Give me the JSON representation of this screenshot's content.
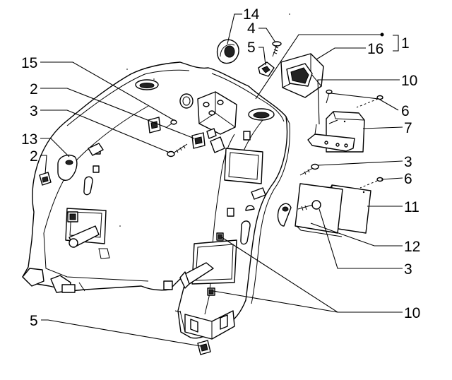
{
  "diagram": {
    "callouts": [
      {
        "id": "c14",
        "text": "14"
      },
      {
        "id": "c4",
        "text": "4"
      },
      {
        "id": "c5a",
        "text": "5"
      },
      {
        "id": "c16",
        "text": "16"
      },
      {
        "id": "c1",
        "text": "1"
      },
      {
        "id": "c15",
        "text": "15"
      },
      {
        "id": "c10a",
        "text": "10"
      },
      {
        "id": "c2a",
        "text": "2"
      },
      {
        "id": "c6a",
        "text": "6"
      },
      {
        "id": "c3a",
        "text": "3"
      },
      {
        "id": "c7",
        "text": "7"
      },
      {
        "id": "c13",
        "text": "13"
      },
      {
        "id": "c3b",
        "text": "3"
      },
      {
        "id": "c2b",
        "text": "2"
      },
      {
        "id": "c6b",
        "text": "6"
      },
      {
        "id": "c11",
        "text": "11"
      },
      {
        "id": "c12",
        "text": "12"
      },
      {
        "id": "c3c",
        "text": "3"
      },
      {
        "id": "c10b",
        "text": "10"
      },
      {
        "id": "c5b",
        "text": "5"
      }
    ]
  }
}
